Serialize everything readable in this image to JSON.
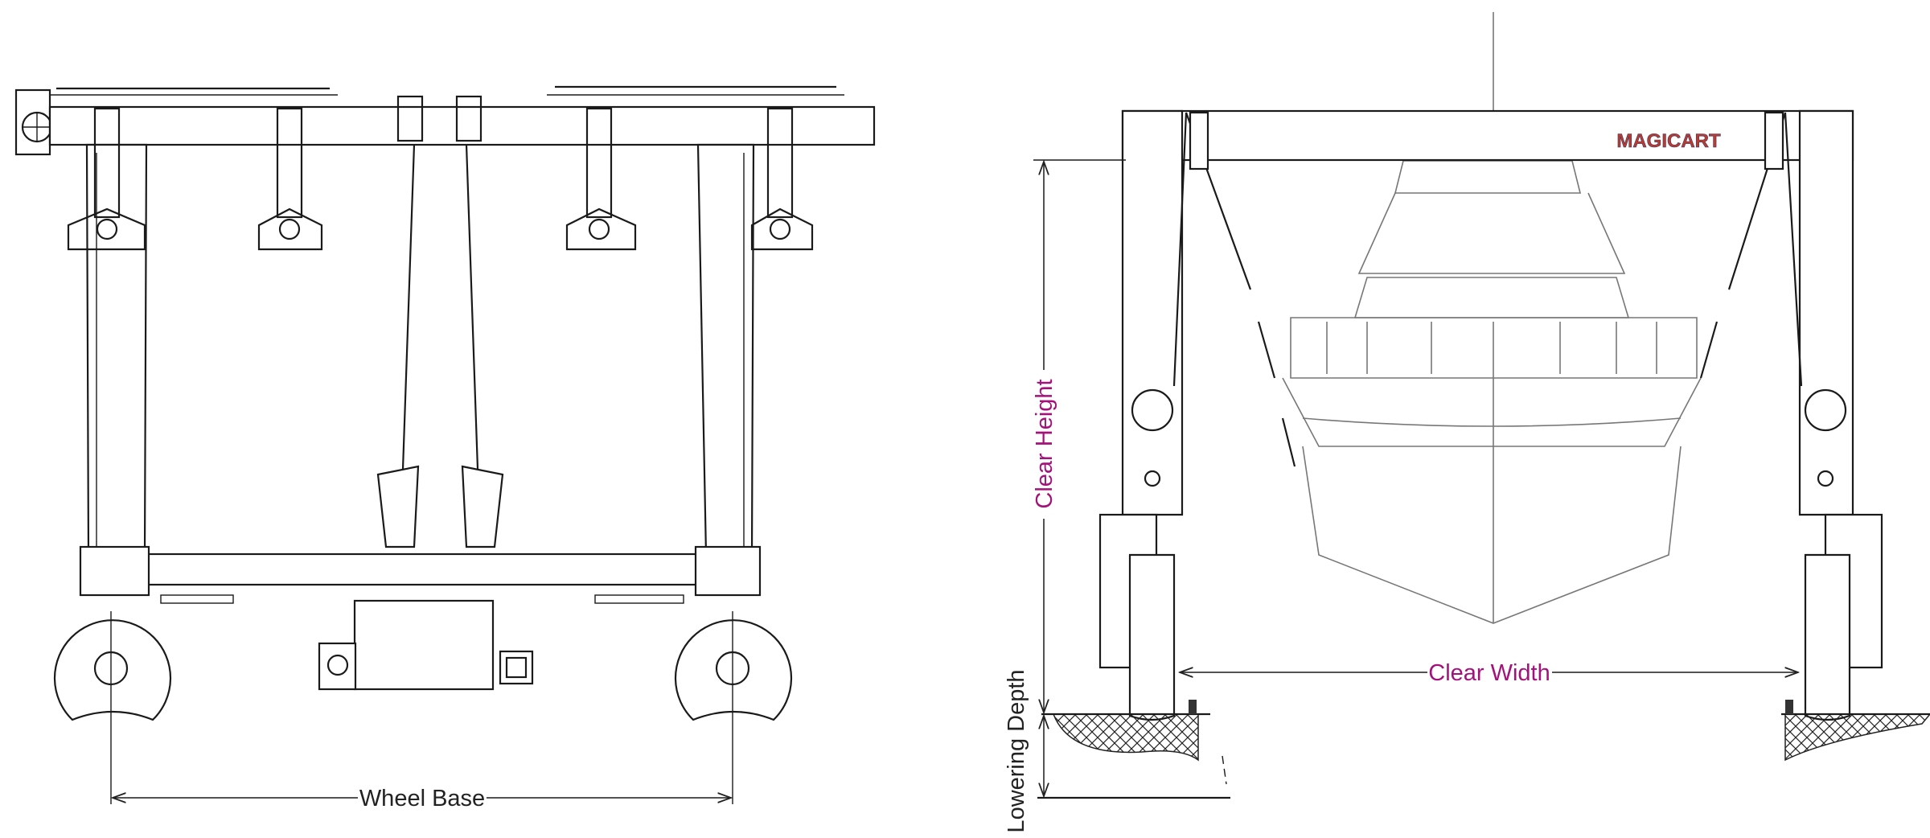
{
  "labels": {
    "wheel_base": "Wheel Base",
    "clear_height": "Clear Height",
    "clear_width": "Clear Width",
    "lowering_depth": "Lowering Depth"
  },
  "brand": {
    "logo_text": "MAGICART"
  },
  "colors": {
    "dimension_accent": "#a3127a",
    "line": "#1a1a1a",
    "boat": "#777777"
  }
}
